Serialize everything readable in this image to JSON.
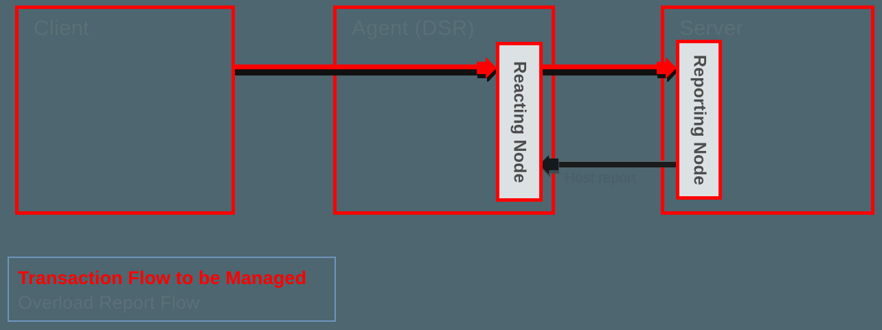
{
  "diagram": {
    "background_color": "#4d666f",
    "accent_color": "#ff0000",
    "zones": [
      {
        "id": "client",
        "label": "Client"
      },
      {
        "id": "agent",
        "label": "Agent (DSR)"
      },
      {
        "id": "server",
        "label": "Server"
      }
    ],
    "nodes": [
      {
        "id": "reacting",
        "label": "Reacting Node",
        "zone": "agent",
        "fill": "#dce1e3",
        "border": "#ff0000"
      },
      {
        "id": "reporting",
        "label": "Reporting Node",
        "zone": "server",
        "fill": "#dce1e3",
        "border": "#ff0000"
      }
    ],
    "flows": [
      {
        "id": "client-to-reacting",
        "kind": "transaction",
        "color": "#ff0000",
        "from": "client",
        "to": "reacting",
        "direction": "right",
        "caption": ""
      },
      {
        "id": "reacting-to-reporting",
        "kind": "transaction",
        "color": "#ff0000",
        "from": "reacting",
        "to": "reporting",
        "direction": "right",
        "caption": ""
      },
      {
        "id": "reporting-to-reacting",
        "kind": "overload-report",
        "color": "#1a1a1a",
        "from": "reporting",
        "to": "reacting",
        "direction": "left",
        "caption": "Host report"
      }
    ]
  },
  "legend": {
    "border_color": "#6f95be",
    "items": [
      {
        "label": "Transaction Flow to be Managed",
        "color": "#ff0000"
      },
      {
        "label": "Overload Report Flow",
        "color": "#5c7079"
      }
    ]
  }
}
